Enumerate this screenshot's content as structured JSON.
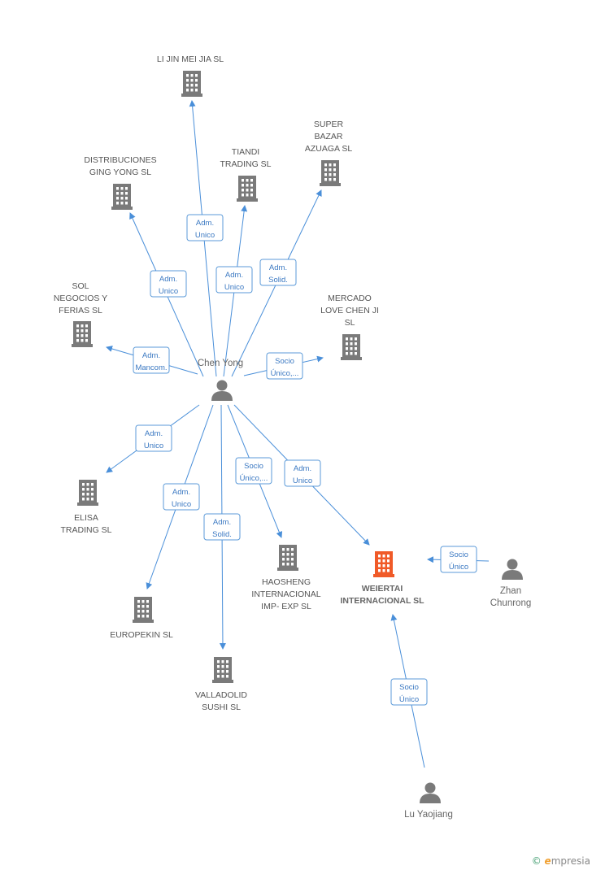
{
  "colors": {
    "company": "#7a7a7a",
    "focus_company": "#f05a28",
    "person": "#7a7a7a",
    "edge": "#4a8fd9",
    "edge_label": "#3a78c2"
  },
  "nodes": [
    {
      "id": "chen-yong",
      "type": "person",
      "lines": [
        "Chen Yong"
      ]
    },
    {
      "id": "li-jin-mei-jia",
      "type": "company",
      "lines": [
        "LI JIN MEI JIA SL"
      ]
    },
    {
      "id": "tiandi",
      "type": "company",
      "lines": [
        "TIANDI",
        "TRADING SL"
      ]
    },
    {
      "id": "super-bazar",
      "type": "company",
      "lines": [
        "SUPER",
        "BAZAR",
        "AZUAGA SL"
      ]
    },
    {
      "id": "distribuciones",
      "type": "company",
      "lines": [
        "DISTRIBUCIONES",
        "GING YONG  SL"
      ]
    },
    {
      "id": "sol-negocios",
      "type": "company",
      "lines": [
        "SOL",
        "NEGOCIOS Y",
        "FERIAS SL"
      ]
    },
    {
      "id": "mercado-love",
      "type": "company",
      "lines": [
        "MERCADO",
        "LOVE CHEN JI",
        "SL"
      ]
    },
    {
      "id": "elisa",
      "type": "company",
      "lines": [
        "ELISA",
        "TRADING SL"
      ]
    },
    {
      "id": "europekin",
      "type": "company",
      "lines": [
        "EUROPEKIN SL"
      ]
    },
    {
      "id": "valladolid",
      "type": "company",
      "lines": [
        "VALLADOLID",
        "SUSHI SL"
      ]
    },
    {
      "id": "haosheng",
      "type": "company",
      "lines": [
        "HAOSHENG",
        "INTERNACIONAL",
        "IMP- EXP SL"
      ]
    },
    {
      "id": "weiertai",
      "type": "company",
      "focus": true,
      "lines": [
        "WEIERTAI",
        "INTERNACIONAL SL"
      ]
    },
    {
      "id": "zhan-chunrong",
      "type": "person",
      "lines": [
        "Zhan",
        "Chunrong"
      ]
    },
    {
      "id": "lu-yaojiang",
      "type": "person",
      "lines": [
        "Lu Yaojiang"
      ]
    }
  ],
  "edges": [
    {
      "from": "chen-yong",
      "to": "li-jin-mei-jia",
      "label": [
        "Adm.",
        "Unico"
      ]
    },
    {
      "from": "chen-yong",
      "to": "tiandi",
      "label": [
        "Adm.",
        "Unico"
      ]
    },
    {
      "from": "chen-yong",
      "to": "super-bazar",
      "label": [
        "Adm.",
        "Solid."
      ]
    },
    {
      "from": "chen-yong",
      "to": "distribuciones",
      "label": [
        "Adm.",
        "Unico"
      ]
    },
    {
      "from": "chen-yong",
      "to": "sol-negocios",
      "label": [
        "Adm.",
        "Mancom."
      ]
    },
    {
      "from": "chen-yong",
      "to": "mercado-love",
      "label": [
        "Socio",
        "Único,..."
      ]
    },
    {
      "from": "chen-yong",
      "to": "elisa",
      "label": [
        "Adm.",
        "Unico"
      ]
    },
    {
      "from": "chen-yong",
      "to": "europekin",
      "label": [
        "Adm.",
        "Unico"
      ]
    },
    {
      "from": "chen-yong",
      "to": "valladolid",
      "label": [
        "Adm.",
        "Solid."
      ]
    },
    {
      "from": "chen-yong",
      "to": "haosheng",
      "label": [
        "Socio",
        "Único,..."
      ]
    },
    {
      "from": "chen-yong",
      "to": "weiertai",
      "label": [
        "Adm.",
        "Unico"
      ]
    },
    {
      "from": "zhan-chunrong",
      "to": "weiertai",
      "label": [
        "Socio",
        "Único"
      ]
    },
    {
      "from": "lu-yaojiang",
      "to": "weiertai",
      "label": [
        "Socio",
        "Único"
      ]
    }
  ],
  "watermark": {
    "copyright": "©",
    "brand_initial": "e",
    "brand_rest": "mpresia"
  }
}
